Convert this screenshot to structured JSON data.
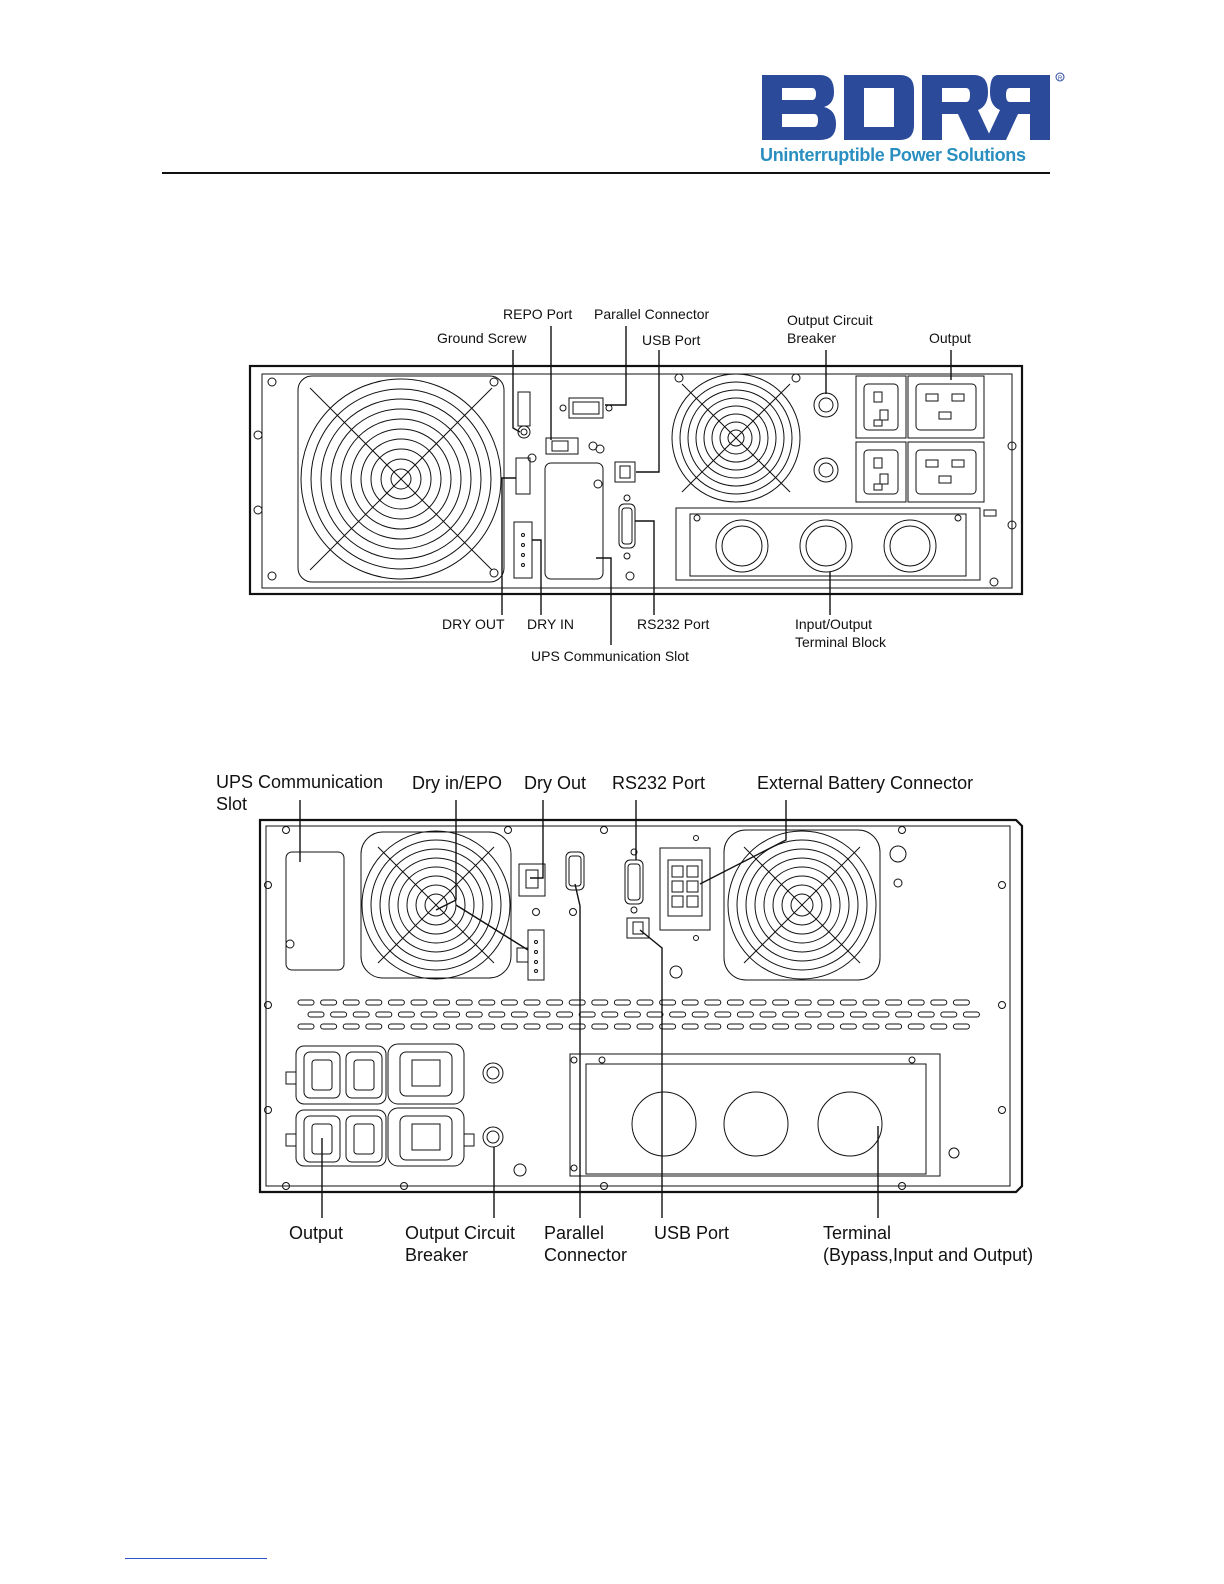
{
  "header": {
    "brand_text": "Uninterruptible Power Solutions",
    "brand_color": "#2b4a9a",
    "tagline_color": "#2a8fc0"
  },
  "diagram1": {
    "labels": {
      "repo_port": "REPO Port",
      "parallel_connector": "Parallel Connector",
      "ground_screw": "Ground Screw",
      "usb_port": "USB Port",
      "output_breaker_line1": "Output Circuit",
      "output_breaker_line2": "Breaker",
      "output": "Output",
      "dry_out": "DRY OUT",
      "dry_in": "DRY IN",
      "rs232_port": "RS232 Port",
      "terminal_line1": "Input/Output",
      "terminal_line2": "Terminal Block",
      "comm_slot": "UPS Communication Slot"
    }
  },
  "diagram2": {
    "labels": {
      "comm_slot_line1": "UPS Communication",
      "comm_slot_line2": "Slot",
      "dry_in_epo": "Dry in/EPO",
      "dry_out": "Dry Out",
      "rs232_port": "RS232 Port",
      "ext_battery": "External Battery Connector",
      "output": "Output",
      "output_breaker_line1": "Output Circuit",
      "output_breaker_line2": "Breaker",
      "parallel_line1": "Parallel",
      "parallel_line2": "Connector",
      "usb_port": "USB Port",
      "terminal_line1": "Terminal",
      "terminal_line2": "(Bypass,Input and Output)"
    }
  }
}
